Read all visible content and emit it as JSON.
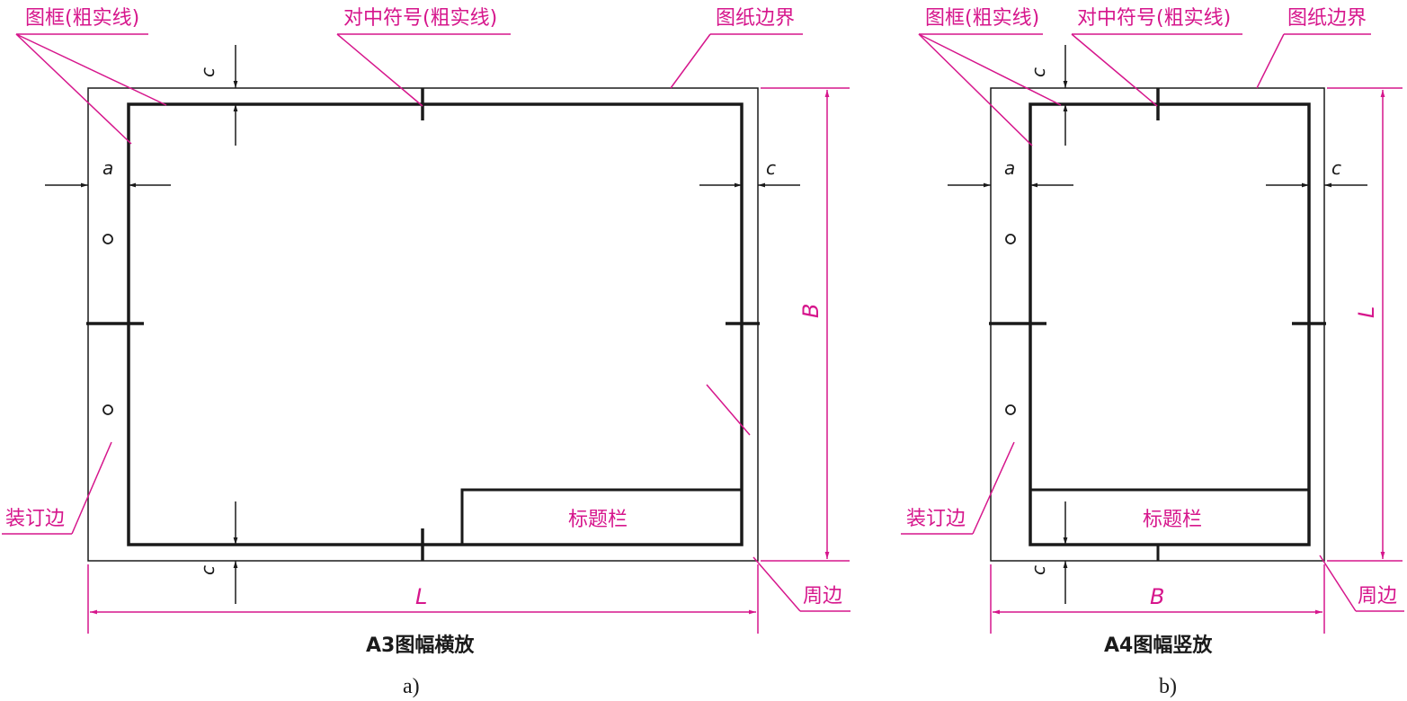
{
  "colors": {
    "leader": "#d6168c",
    "line": "#1a1a1a",
    "background": "#ffffff"
  },
  "panel_a": {
    "label_frame": "图框(粗实线)",
    "label_center_mark": "对中符号(粗实线)",
    "label_sheet_border": "图纸边界",
    "label_binding_edge": "装订边",
    "label_title_block": "标题栏",
    "label_perimeter": "周边",
    "dim_c_top": "c",
    "dim_c_bottom": "c",
    "dim_a": "a",
    "dim_c_right": "c",
    "dim_length": "L",
    "dim_width": "B",
    "caption": "A3图幅横放",
    "sublabel": "a)"
  },
  "panel_b": {
    "label_frame": "图框(粗实线)",
    "label_center_mark": "对中符号(粗实线)",
    "label_sheet_border": "图纸边界",
    "label_binding_edge": "装订边",
    "label_title_block": "标题栏",
    "label_perimeter": "周边",
    "dim_c_top": "c",
    "dim_c_bottom": "c",
    "dim_a": "a",
    "dim_c_right": "c",
    "dim_width": "B",
    "dim_length": "L",
    "caption": "A4图幅竖放",
    "sublabel": "b)"
  }
}
